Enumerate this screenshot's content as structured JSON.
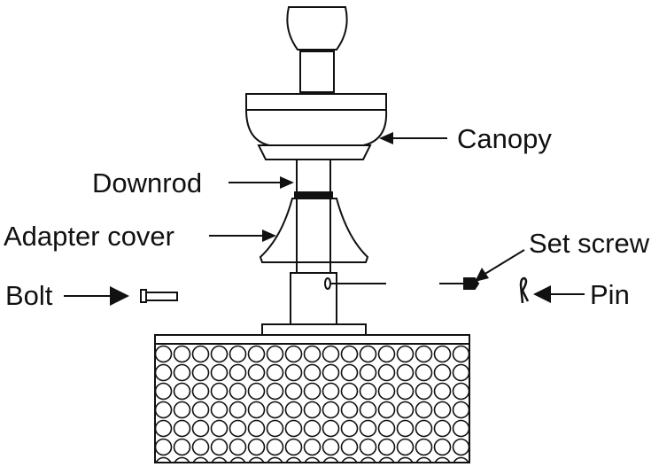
{
  "labels": {
    "canopy": "Canopy",
    "downrod": "Downrod",
    "adapter_cover": "Adapter cover",
    "set_screw": "Set screw",
    "bolt": "Bolt",
    "pin": "Pin"
  },
  "colors": {
    "stroke": "#111111",
    "background": "#ffffff"
  }
}
